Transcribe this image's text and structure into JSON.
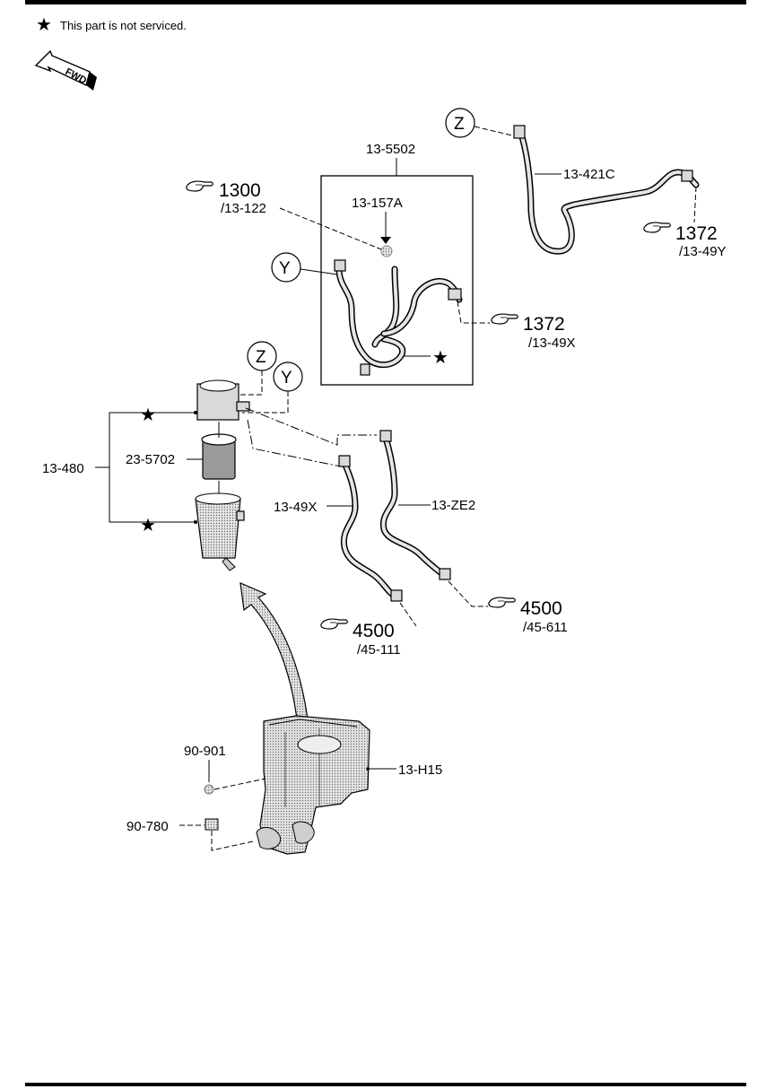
{
  "legend": {
    "star_symbol": "★",
    "note": "This part is not serviced."
  },
  "fwd_label": "FWD",
  "callout_letters": {
    "z": "Z",
    "y": "Y"
  },
  "labels": {
    "p13_5502": "13-5502",
    "p13_157a": "13-157A",
    "p13_421c": "13-421C",
    "p13_480": "13-480",
    "p23_5702": "23-5702",
    "p13_49x": "13-49X",
    "p13_ze2": "13-ZE2",
    "p90_901": "90-901",
    "p13_h15": "13-H15",
    "p90_780": "90-780"
  },
  "refs": [
    {
      "num": "1300",
      "sub": "/13-122"
    },
    {
      "num": "1372",
      "sub": "/13-49Y"
    },
    {
      "num": "1372",
      "sub": "/13-49X"
    },
    {
      "num": "4500",
      "sub": "/45-611"
    },
    {
      "num": "4500",
      "sub": "/45-111"
    }
  ]
}
